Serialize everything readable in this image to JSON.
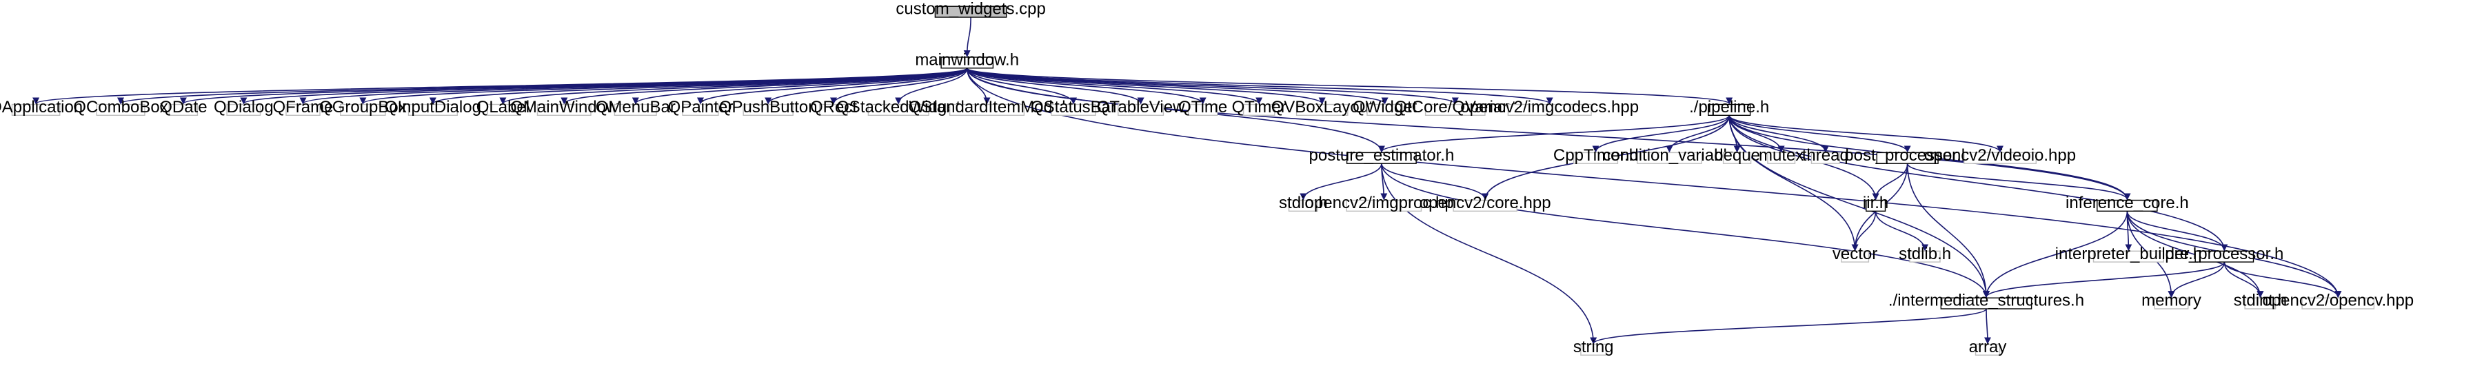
{
  "colors": {
    "edge": "#191970",
    "root_fill": "#bfbfbf",
    "root_stroke": "#000000",
    "local_fill": "#ffffff",
    "local_stroke": "#000000",
    "system_fill": "#ffffff",
    "system_stroke": "#bfbfbf",
    "text": "#000000"
  },
  "nodes": [
    {
      "id": "custom_widgets",
      "label": "custom_widgets.cpp",
      "kind": "root"
    },
    {
      "id": "mainwindow",
      "label": "mainwindow.h",
      "kind": "local"
    },
    {
      "id": "QApplication",
      "label": "QApplication",
      "kind": "system"
    },
    {
      "id": "QComboBox",
      "label": "QComboBox",
      "kind": "system"
    },
    {
      "id": "QDate",
      "label": "QDate",
      "kind": "system"
    },
    {
      "id": "QDialog",
      "label": "QDialog",
      "kind": "system"
    },
    {
      "id": "QFrame",
      "label": "QFrame",
      "kind": "system"
    },
    {
      "id": "QGroupBox",
      "label": "QGroupBox",
      "kind": "system"
    },
    {
      "id": "QInputDialog",
      "label": "QInputDialog",
      "kind": "system"
    },
    {
      "id": "QLabel",
      "label": "QLabel",
      "kind": "system"
    },
    {
      "id": "QMainWindow",
      "label": "QMainWindow",
      "kind": "system"
    },
    {
      "id": "QMenuBar",
      "label": "QMenuBar",
      "kind": "system"
    },
    {
      "id": "QPainter",
      "label": "QPainter",
      "kind": "system"
    },
    {
      "id": "QPushButton",
      "label": "QPushButton",
      "kind": "system"
    },
    {
      "id": "QRect",
      "label": "QRect",
      "kind": "system"
    },
    {
      "id": "QStackedWidget",
      "label": "QStackedWidget",
      "kind": "system"
    },
    {
      "id": "QStandardItemModel",
      "label": "QStandardItemModel",
      "kind": "system"
    },
    {
      "id": "QStatusBar",
      "label": "QStatusBar",
      "kind": "system"
    },
    {
      "id": "QTableView",
      "label": "QTableView",
      "kind": "system"
    },
    {
      "id": "QTime",
      "label": "QTime",
      "kind": "system"
    },
    {
      "id": "QTimer",
      "label": "QTimer",
      "kind": "system"
    },
    {
      "id": "QVBoxLayout",
      "label": "QVBoxLayout",
      "kind": "system"
    },
    {
      "id": "QWidget",
      "label": "QWidget",
      "kind": "system"
    },
    {
      "id": "QVariant",
      "label": "QtCore/QVariant",
      "kind": "system"
    },
    {
      "id": "imgcodecs",
      "label": "opencv2/imgcodecs.hpp",
      "kind": "system"
    },
    {
      "id": "pipeline",
      "label": "./pipeline.h",
      "kind": "local"
    },
    {
      "id": "posture",
      "label": "posture_estimator.h",
      "kind": "local"
    },
    {
      "id": "CppTimer",
      "label": "CppTimer.h",
      "kind": "system"
    },
    {
      "id": "condvar",
      "label": "condition_variable",
      "kind": "system"
    },
    {
      "id": "deque",
      "label": "deque",
      "kind": "system"
    },
    {
      "id": "mutex",
      "label": "mutex",
      "kind": "system"
    },
    {
      "id": "thread",
      "label": "thread",
      "kind": "system"
    },
    {
      "id": "postproc",
      "label": "post_processor.h",
      "kind": "local"
    },
    {
      "id": "videoio",
      "label": "opencv2/videoio.hpp",
      "kind": "system"
    },
    {
      "id": "stdio",
      "label": "stdio.h",
      "kind": "system"
    },
    {
      "id": "imgproc",
      "label": "opencv2/imgproc.hpp",
      "kind": "system"
    },
    {
      "id": "cvcore",
      "label": "opencv2/core.hpp",
      "kind": "system"
    },
    {
      "id": "iir",
      "label": "iir.h",
      "kind": "local"
    },
    {
      "id": "infcore",
      "label": "inference_core.h",
      "kind": "local"
    },
    {
      "id": "vector",
      "label": "vector",
      "kind": "system"
    },
    {
      "id": "stdlib",
      "label": "stdlib.h",
      "kind": "system"
    },
    {
      "id": "interp",
      "label": "interpreter_builder.h",
      "kind": "system"
    },
    {
      "id": "preproc",
      "label": "pre_processor.h",
      "kind": "local"
    },
    {
      "id": "intermediate",
      "label": "./intermediate_structures.h",
      "kind": "local"
    },
    {
      "id": "memory",
      "label": "memory",
      "kind": "system"
    },
    {
      "id": "stdint",
      "label": "stdint.h",
      "kind": "system"
    },
    {
      "id": "opencv",
      "label": "opencv2/opencv.hpp",
      "kind": "system"
    },
    {
      "id": "string",
      "label": "string",
      "kind": "system"
    },
    {
      "id": "array",
      "label": "array",
      "kind": "system"
    }
  ],
  "edges": [
    [
      "custom_widgets",
      "mainwindow"
    ],
    [
      "mainwindow",
      "QApplication"
    ],
    [
      "mainwindow",
      "QComboBox"
    ],
    [
      "mainwindow",
      "QDate"
    ],
    [
      "mainwindow",
      "QDialog"
    ],
    [
      "mainwindow",
      "QFrame"
    ],
    [
      "mainwindow",
      "QGroupBox"
    ],
    [
      "mainwindow",
      "QInputDialog"
    ],
    [
      "mainwindow",
      "QLabel"
    ],
    [
      "mainwindow",
      "QMainWindow"
    ],
    [
      "mainwindow",
      "QMenuBar"
    ],
    [
      "mainwindow",
      "QPainter"
    ],
    [
      "mainwindow",
      "QPushButton"
    ],
    [
      "mainwindow",
      "QRect"
    ],
    [
      "mainwindow",
      "QStackedWidget"
    ],
    [
      "mainwindow",
      "QStandardItemModel"
    ],
    [
      "mainwindow",
      "QStatusBar"
    ],
    [
      "mainwindow",
      "QTableView"
    ],
    [
      "mainwindow",
      "QTime"
    ],
    [
      "mainwindow",
      "QTimer"
    ],
    [
      "mainwindow",
      "QVBoxLayout"
    ],
    [
      "mainwindow",
      "QWidget"
    ],
    [
      "mainwindow",
      "QVariant"
    ],
    [
      "mainwindow",
      "imgcodecs"
    ],
    [
      "mainwindow",
      "pipeline"
    ],
    [
      "mainwindow",
      "posture"
    ],
    [
      "mainwindow",
      "infcore"
    ],
    [
      "mainwindow",
      "opencv"
    ],
    [
      "pipeline",
      "posture"
    ],
    [
      "pipeline",
      "CppTimer"
    ],
    [
      "pipeline",
      "condvar"
    ],
    [
      "pipeline",
      "deque"
    ],
    [
      "pipeline",
      "mutex"
    ],
    [
      "pipeline",
      "thread"
    ],
    [
      "pipeline",
      "postproc"
    ],
    [
      "pipeline",
      "videoio"
    ],
    [
      "pipeline",
      "cvcore"
    ],
    [
      "pipeline",
      "iir"
    ],
    [
      "pipeline",
      "infcore"
    ],
    [
      "pipeline",
      "preproc"
    ],
    [
      "pipeline",
      "intermediate"
    ],
    [
      "pipeline",
      "vector"
    ],
    [
      "posture",
      "stdio"
    ],
    [
      "posture",
      "imgproc"
    ],
    [
      "posture",
      "cvcore"
    ],
    [
      "posture",
      "intermediate"
    ],
    [
      "posture",
      "string"
    ],
    [
      "postproc",
      "iir"
    ],
    [
      "postproc",
      "vector"
    ],
    [
      "postproc",
      "intermediate"
    ],
    [
      "postproc",
      "infcore"
    ],
    [
      "iir",
      "vector"
    ],
    [
      "iir",
      "stdlib"
    ],
    [
      "infcore",
      "interp"
    ],
    [
      "infcore",
      "preproc"
    ],
    [
      "infcore",
      "intermediate"
    ],
    [
      "infcore",
      "memory"
    ],
    [
      "infcore",
      "stdint"
    ],
    [
      "infcore",
      "opencv"
    ],
    [
      "preproc",
      "intermediate"
    ],
    [
      "preproc",
      "memory"
    ],
    [
      "preproc",
      "stdint"
    ],
    [
      "preproc",
      "opencv"
    ],
    [
      "intermediate",
      "string"
    ],
    [
      "intermediate",
      "array"
    ]
  ]
}
